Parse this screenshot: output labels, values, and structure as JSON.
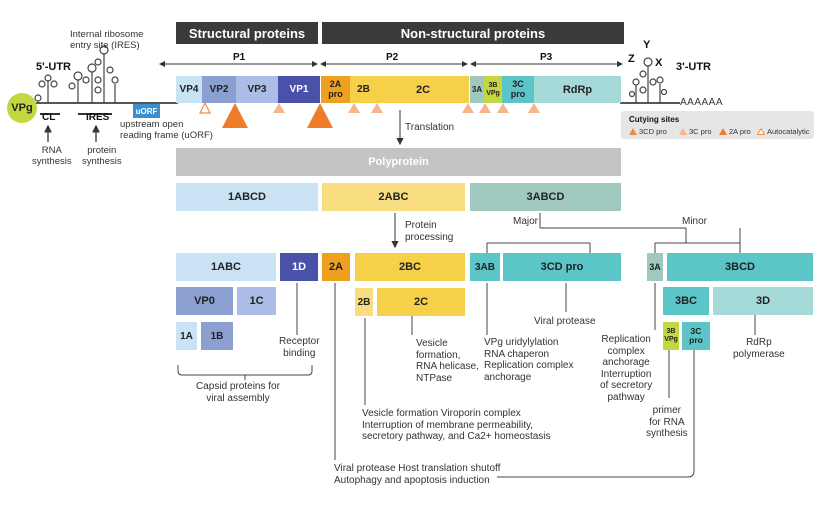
{
  "headers": {
    "structural": "Structural proteins",
    "nonstructural": "Non-structural proteins"
  },
  "regions": {
    "p1": "P1",
    "p2": "P2",
    "p3": "P3"
  },
  "utr": {
    "five": "5'-UTR",
    "three": "3'-UTR",
    "polyA": "AAAAAA",
    "vpg": "VPg",
    "z": "Z",
    "y": "Y",
    "x": "X"
  },
  "ires_label": "Internal ribosome\nentry site (IRES)",
  "genome_segments": {
    "vp4": "VP4",
    "vp2": "VP2",
    "vp3": "VP3",
    "vp1": "VP1",
    "a2": "2A\npro",
    "b2": "2B",
    "c2": "2C",
    "a3": "3A",
    "b3": "3B\nVPg",
    "c3": "3C\npro",
    "rdrp": "RdRp",
    "uorf": "uORF"
  },
  "left_labels": {
    "cl": "CL",
    "ires": "IRES",
    "rna_synthesis": "RNA\nsynthesis",
    "protein_synthesis": "protein\nsynthesis",
    "uorf_desc": "upstream open\nreading frame (uORF)"
  },
  "legend": {
    "title": "Cutying sites",
    "items": [
      {
        "label": "3CD pro",
        "color": "#f08c3c"
      },
      {
        "label": "3C pro",
        "color": "#f6b58a"
      },
      {
        "label": "2A pro",
        "color": "#ee7d2a"
      },
      {
        "label": "Autocatalytic",
        "color": "#ffffff"
      }
    ]
  },
  "process": {
    "translation": "Translation",
    "protein_processing": "Protein\nprocessing",
    "major": "Major",
    "minor": "Minor"
  },
  "polyprotein": "Polyprotein",
  "precursors": {
    "p1abcd": "1ABCD",
    "p2abc": "2ABC",
    "p3abcd": "3ABCD"
  },
  "products": {
    "p1abc": "1ABC",
    "p1d": "1D",
    "p2a": "2A",
    "p2bc": "2BC",
    "p3ab": "3AB",
    "p3cdpro": "3CD pro",
    "p3a": "3A",
    "p3bcd": "3BCD",
    "vp0": "VP0",
    "p1c": "1C",
    "p1a": "1A",
    "p1b": "1B",
    "p2b": "2B",
    "p2c": "2C",
    "p3bc": "3BC",
    "p3d": "3D",
    "p3bvpg": "3B\nVPg",
    "p3cpro": "3C\npro"
  },
  "functions": {
    "receptor": "Receptor\nbinding",
    "capsid": "Capsid proteins for\nviral assembly",
    "c2_func": "Vesicle\nformation,\nRNA helicase,\nNTPase",
    "viral_protease_3cd": "Viral protease",
    "ab3_func": "VPg uridylylation\nRNA chaperon\nReplication complex\nanchorage",
    "a3_func": "Replication\ncomplex\nanchorage\nInterruption\nof secretory\npathway",
    "rdrp_func": "RdRp\npolymerase",
    "b2_func": "Vesicle formation Viroporin complex\nInterruption of membrane permeability,\nsecretory pathway, and Ca2+ homeostasis",
    "primer": "primer\nfor RNA\nsynthesis",
    "a2_func": "Viral protease Host translation shutoff\nAutophagy and apoptosis induction"
  },
  "colors": {
    "vp4": "#c9e3f5",
    "vp2": "#8b9fd1",
    "vp3": "#a9bde6",
    "vp1": "#4a51a8",
    "orange": "#f0a020",
    "yellow": "#f5d048",
    "lightyellow": "#f8de80",
    "teal": "#5bc5c8",
    "lightteal": "#a5dad8",
    "greygreen": "#9fc9bf",
    "lime": "#c3d840",
    "uorf": "#3b8fcf",
    "header": "#3a3a3a",
    "poly": "#c4c4c4"
  }
}
